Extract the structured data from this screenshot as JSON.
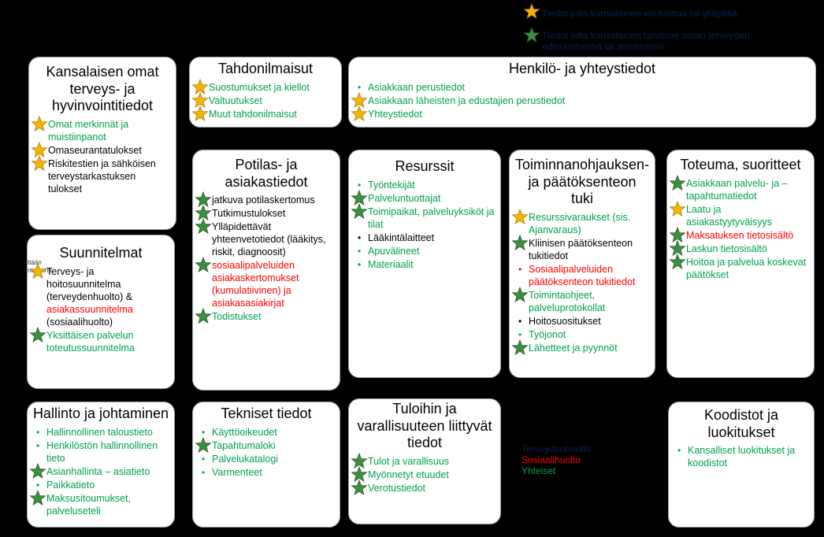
{
  "legend": {
    "gold_text": "Tiedot joita kansalainen voi tuottaa tai ylläpitää",
    "green_text_line1": "Tiedot joita kansalainen tarvitsee oman terveyden",
    "green_text_line2": "edistämisessä tai asioinnissa"
  },
  "colors": {
    "green": "#00a050",
    "red": "#ff0000",
    "navy": "#0b1f4d",
    "gold_star": "#f4b400",
    "green_star": "#3e8e41"
  },
  "boxes": {
    "kansalainen": {
      "title": [
        "Kansalaisen omat",
        "terveys- ja",
        "hyvinvointitiedot"
      ],
      "items": [
        {
          "text": "Omat merkinnät ja muistiinpanot",
          "color": "green",
          "star": "gold"
        },
        {
          "text": "Omaseurantatulokset",
          "color": "black",
          "star": "gold",
          "bullet": true
        },
        {
          "text": "Riskitestien ja sähköisen terveystarkastuksen tulokset",
          "color": "black",
          "star": "gold"
        }
      ]
    },
    "tahdon": {
      "title": [
        "Tahdonilmaisut"
      ],
      "items": [
        {
          "text": "Suostumukset ja kiellot",
          "color": "green",
          "star": "gold"
        },
        {
          "text": "Valtuutukset",
          "color": "green",
          "star": "gold"
        },
        {
          "text": "Muut tahdonilmaisut",
          "color": "green",
          "star": "gold"
        }
      ]
    },
    "henkilo": {
      "title": [
        "Henkilö- ja yhteystiedot"
      ],
      "items": [
        {
          "text": "Asiakkaan perustiedot",
          "color": "green",
          "star": "none",
          "bullet": true
        },
        {
          "text": "Asiakkaan läheisten ja edustajien perustiedot",
          "color": "green",
          "star": "gold"
        },
        {
          "text": "Yhteystiedot",
          "color": "green",
          "star": "gold"
        }
      ]
    },
    "potilas": {
      "title": [
        "Potilas- ja",
        "asiakastiedot"
      ],
      "items": [
        {
          "text": "jatkuva potilaskertomus",
          "color": "black",
          "star": "green"
        },
        {
          "text": "Tutkimustulokset",
          "color": "black",
          "star": "green"
        },
        {
          "text": "Ylläpidettävät yhteenvetotiedot (lääkitys, riskit, diagnoosit)",
          "color": "black",
          "star": "green"
        },
        {
          "text": "sosiaalipalveluiden asiakaskertomukset (kumulatiivinen) ja asiakasasiakirjat",
          "color": "red",
          "star": "green"
        },
        {
          "text": "Todistukset",
          "color": "green",
          "star": "green"
        }
      ]
    },
    "resurssit": {
      "title": [
        "Resurssit"
      ],
      "items": [
        {
          "text": "Työntekijät",
          "color": "green",
          "star": "none",
          "bullet": true
        },
        {
          "text": "Palveluntuottajat",
          "color": "green",
          "star": "green"
        },
        {
          "text": "Toimipaikat, palveluyksiköt ja tilat",
          "color": "green",
          "star": "green"
        },
        {
          "text": "Lääkintälaitteet",
          "color": "black",
          "star": "none",
          "bullet": true
        },
        {
          "text": "Apuvälineet",
          "color": "green",
          "star": "none",
          "bullet": true
        },
        {
          "text": "Materiaalit",
          "color": "green",
          "star": "none",
          "bullet": true
        }
      ]
    },
    "toiminnan": {
      "title": [
        "Toiminnanohjauksen-",
        "ja päätöksenteon",
        "tuki"
      ],
      "items": [
        {
          "text": "Resurssivaraukset (sis. Ajanvaraus)",
          "color": "green",
          "star": "gold"
        },
        {
          "text": "Kliinisen päätöksenteon tukitiedot",
          "color": "black",
          "star": "green"
        },
        {
          "text": "Sosiaalipalveluiden päätöksenteon tukitiedot",
          "color": "red",
          "star": "none",
          "bullet": true
        },
        {
          "text": "Toimintaohjeet, palveluprotokollat",
          "color": "green",
          "star": "green"
        },
        {
          "text": "Hoitosuositukset",
          "color": "black",
          "star": "none",
          "bullet": true
        },
        {
          "text": "Työjonot",
          "color": "green",
          "star": "none",
          "bullet": true
        },
        {
          "text": "Lähetteet ja pyynnöt",
          "color": "green",
          "star": "green"
        }
      ]
    },
    "toteuma": {
      "title": [
        "Toteuma, suoritteet"
      ],
      "items": [
        {
          "text": "Asiakkaan palvelu- ja –tapahtumatiedot",
          "color": "green",
          "star": "green"
        },
        {
          "text": "Laatu ja asiakastyytyväisyys",
          "color": "green",
          "star": "gold"
        },
        {
          "text": "Maksatuksen tietosisältö",
          "color": "red",
          "star": "green"
        },
        {
          "text": "Laskun tietosisältö",
          "color": "green",
          "star": "green"
        },
        {
          "text": "Hoitoa ja palvelua koskevat päätökset",
          "color": "green",
          "star": "green"
        }
      ]
    },
    "suunnitelmat": {
      "title": [
        "Suunnitelmat"
      ],
      "overlay": [
        "ttään",
        "nentointi"
      ],
      "items": [
        {
          "parts": [
            {
              "t": "Terveys- ja hoitosuunnitelma (terveydenhuolto)  & ",
              "c": "black"
            },
            {
              "t": "asiakassuunnitelma",
              "c": "red"
            },
            {
              "t": " (sosiaalihuolto)",
              "c": "black"
            }
          ],
          "star": "gold"
        },
        {
          "text": "Yksittäisen palvelun toteutussuunnitelma",
          "color": "green",
          "star": "green"
        }
      ]
    },
    "hallinto": {
      "title": [
        "Hallinto ja johtaminen"
      ],
      "items": [
        {
          "text": "Hallinnollinen taloustieto",
          "color": "green",
          "star": "none",
          "bullet": true
        },
        {
          "text": "Henkilöstön hallinnollinen tieto",
          "color": "green",
          "star": "none",
          "bullet": true
        },
        {
          "text": "Asianhallinta – asiatieto",
          "color": "green",
          "star": "green"
        },
        {
          "text": "Paikkatieto",
          "color": "green",
          "star": "none",
          "bullet": true
        },
        {
          "text": "Maksusitoumukset, palveluseteli",
          "color": "green",
          "star": "green"
        }
      ]
    },
    "tekniset": {
      "title": [
        "Tekniset tiedot"
      ],
      "items": [
        {
          "text": "Käyttöoikeudet",
          "color": "green",
          "star": "none",
          "bullet": true
        },
        {
          "text": "Tapahtumaloki",
          "color": "green",
          "star": "green"
        },
        {
          "text": "Palvelukatalogi",
          "color": "green",
          "star": "none",
          "bullet": true
        },
        {
          "text": "Varmenteet",
          "color": "green",
          "star": "none",
          "bullet": true
        }
      ]
    },
    "tuloihin": {
      "title": [
        "Tuloihin ja",
        "varallisuuteen liittyvät",
        "tiedot"
      ],
      "items": [
        {
          "text": "Tulot ja varallisuus",
          "color": "green",
          "star": "green"
        },
        {
          "text": "Myönnetyt etuudet",
          "color": "green",
          "star": "green"
        },
        {
          "text": "Verotustiedot",
          "color": "green",
          "star": "green"
        }
      ]
    },
    "koodistot": {
      "title": [
        "Koodistot ja",
        "luokitukset"
      ],
      "items": [
        {
          "text": "Kansalliset luokitukset ja koodistot",
          "color": "green",
          "star": "none",
          "bullet": true
        }
      ]
    }
  },
  "color_legend": {
    "terveys": "Terveydenhuolto",
    "sosiaali": "Sosiaalihuolto",
    "yhteiset": "Yhteiset"
  }
}
